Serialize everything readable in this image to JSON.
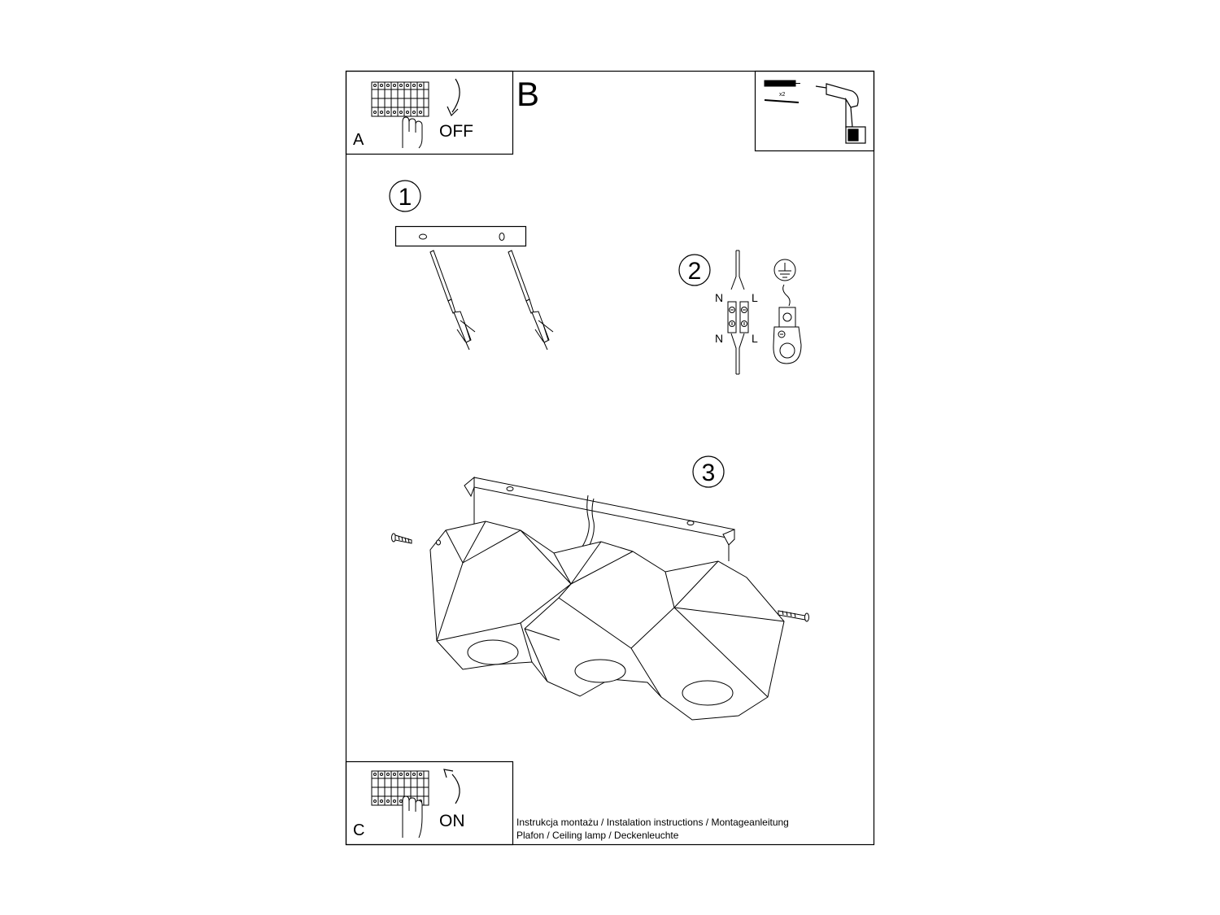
{
  "panels": {
    "a": {
      "letter": "A",
      "state": "OFF"
    },
    "b": {
      "letter": "B",
      "quantity": "x2"
    },
    "c": {
      "letter": "C",
      "state": "ON"
    }
  },
  "steps": [
    "1",
    "2",
    "3"
  ],
  "wiring": {
    "neutral": "N",
    "live": "L"
  },
  "footer": {
    "line1": "Instrukcja montażu / Instalation instructions / Montageanleitung",
    "line2": "Plafon / Ceiling lamp / Deckenleuchte"
  },
  "icons": {
    "breaker": "circuit-breaker-icon",
    "hand": "hand-icon",
    "drill": "drill-icon",
    "anchor": "wall-anchor-icon",
    "ground": "ground-symbol-icon",
    "terminal": "terminal-block-icon"
  }
}
